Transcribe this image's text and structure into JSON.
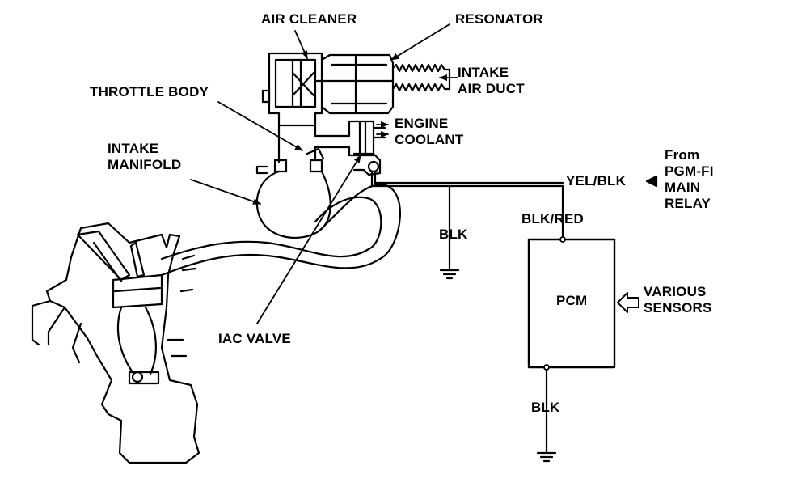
{
  "labels": {
    "air_cleaner": "AIR CLEANER",
    "resonator": "RESONATOR",
    "intake_air_duct": "INTAKE\nAIR DUCT",
    "throttle_body": "THROTTLE BODY",
    "engine_coolant": "ENGINE\nCOOLANT",
    "intake_manifold": "INTAKE\nMANIFOLD",
    "from_pgm_fi": "From\nPGM-FI\nMAIN\nRELAY",
    "yel_blk": "YEL/BLK",
    "blk_red": "BLK/RED",
    "blk_upper": "BLK",
    "pcm": "PCM",
    "various_sensors": "VARIOUS\nSENSORS",
    "iac_valve": "IAC VALVE",
    "blk_lower": "BLK"
  },
  "colors": {
    "ink": "#000000",
    "paper": "#ffffff"
  }
}
